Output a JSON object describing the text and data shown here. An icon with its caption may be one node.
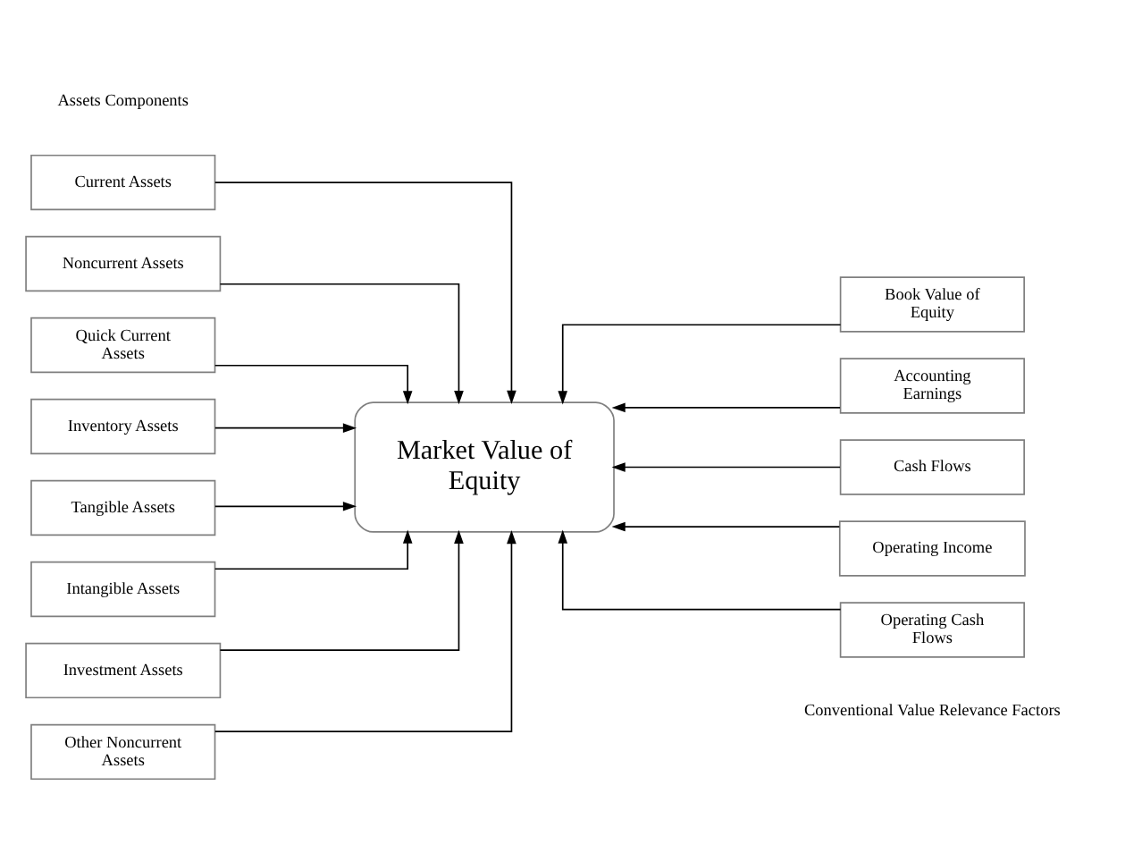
{
  "diagram": {
    "nodes": [
      {
        "text": [
          "Current Assets"
        ]
      },
      {
        "text": [
          "Noncurrent Assets"
        ]
      },
      {
        "text": [
          "Quick Current Assets"
        ]
      },
      {
        "text": [
          "Inventory Assets"
        ]
      },
      {
        "text": [
          "Tangible Assets"
        ]
      },
      {
        "text": [
          "Intangible Assets"
        ]
      },
      {
        "text": [
          "Investment Assets"
        ]
      },
      {
        "text": [
          "Other Noncurrent Assets"
        ]
      },
      {
        "text": [
          "Market Value of Equity"
        ]
      },
      {
        "text": [
          "Book Value of Equity"
        ]
      },
      {
        "text": [
          "Accounting Earnings"
        ]
      },
      {
        "text": [
          "Cash Flows"
        ]
      },
      {
        "text": [
          "Operating Income"
        ]
      },
      {
        "text": [
          "Operating Cash Flows"
        ]
      }
    ],
    "edges": [
      {
        "from": 0,
        "to": 8,
        "arrow": "to"
      },
      {
        "from": 1,
        "to": 8,
        "arrow": "to"
      },
      {
        "from": 2,
        "to": 8,
        "arrow": "to"
      },
      {
        "from": 3,
        "to": 8,
        "arrow": "to"
      },
      {
        "from": 4,
        "to": 8,
        "arrow": "to"
      },
      {
        "from": 5,
        "to": 8,
        "arrow": "to"
      },
      {
        "from": 6,
        "to": 8,
        "arrow": "to"
      },
      {
        "from": 7,
        "to": 8,
        "arrow": "to"
      },
      {
        "from": 9,
        "to": 8,
        "arrow": "to"
      },
      {
        "from": 10,
        "to": 8,
        "arrow": "to"
      },
      {
        "from": 11,
        "to": 8,
        "arrow": "to"
      },
      {
        "from": 12,
        "to": 8,
        "arrow": "to"
      },
      {
        "from": 13,
        "to": 8,
        "arrow": "to"
      }
    ],
    "labels": [
      "Assets Components",
      "Conventional Value Relevance Factors"
    ]
  }
}
